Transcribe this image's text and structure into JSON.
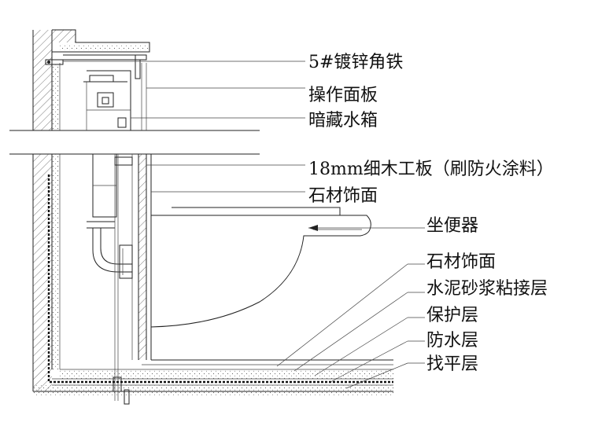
{
  "labels": {
    "angle_steel": "5#镀锌角铁",
    "operation_panel": "操作面板",
    "concealed_tank": "暗藏水箱",
    "wood_board": "18mm细木工板（刷防火涂料）",
    "stone_finish_wall": "石材饰面",
    "toilet": "坐便器",
    "stone_finish_floor": "石材饰面",
    "mortar_layer": "水泥砂浆粘接层",
    "protective_layer": "保护层",
    "waterproof_layer": "防水层",
    "leveling_layer": "找平层"
  },
  "colors": {
    "line": "#222222",
    "hatch": "#555555",
    "background": "#ffffff"
  }
}
